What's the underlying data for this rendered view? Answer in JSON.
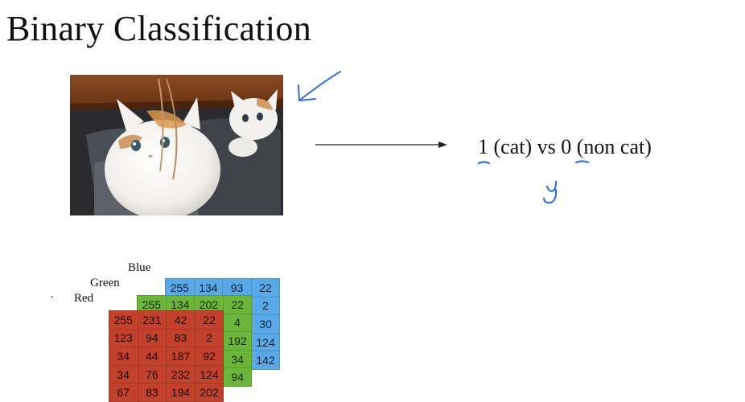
{
  "slide": {
    "title": "Binary Classification"
  },
  "label": {
    "one": "1",
    "cat_text": " (cat) vs ",
    "zero": "0",
    "noncat_text": " (non cat)",
    "handwritten_y": "y"
  },
  "channels": {
    "blue": "Blue",
    "green": "Green",
    "red": "Red",
    "stray_mark": "·"
  },
  "matrices": {
    "blue": [
      [
        "255",
        "134",
        "93",
        "22"
      ],
      [
        "",
        "",
        "",
        "2"
      ],
      [
        "",
        "",
        "",
        "30"
      ],
      [
        "",
        "",
        "",
        "124"
      ],
      [
        "",
        "",
        "",
        "142"
      ]
    ],
    "green": [
      [
        "255",
        "134",
        "202",
        "22"
      ],
      [
        "",
        "",
        "",
        "4"
      ],
      [
        "",
        "",
        "",
        "192"
      ],
      [
        "",
        "",
        "",
        "34"
      ],
      [
        "",
        "",
        "",
        "94"
      ]
    ],
    "red": [
      [
        "255",
        "231",
        "42",
        "22"
      ],
      [
        "123",
        "94",
        "83",
        "2"
      ],
      [
        "34",
        "44",
        "187",
        "92"
      ],
      [
        "34",
        "76",
        "232",
        "124"
      ],
      [
        "67",
        "83",
        "194",
        "202"
      ]
    ]
  },
  "colors": {
    "blue_channel": "#5aa8e8",
    "green_channel": "#6cb53d",
    "red_channel": "#c2412d",
    "ink": "#3a6fd6"
  },
  "icons": {
    "annotation_arrow": "handwritten-arrow-icon",
    "mapping_arrow": "right-arrow-icon"
  }
}
